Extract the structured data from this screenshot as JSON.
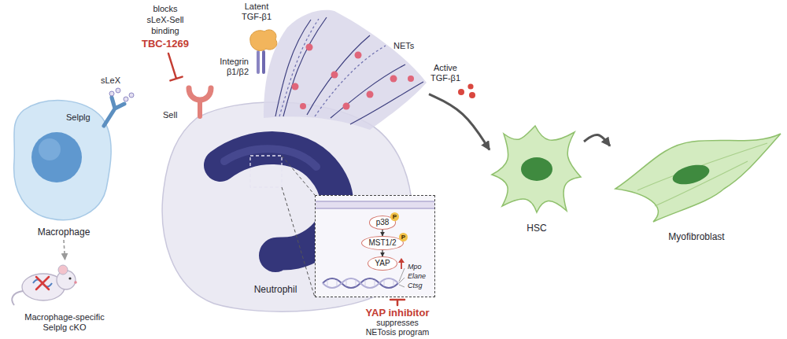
{
  "diagram": {
    "nodes": [
      {
        "text": [
          "Macrophage"
        ]
      },
      {
        "text": [
          "Macrophage-specific Selplg cKO"
        ]
      },
      {
        "text": [
          "Neutrophil"
        ]
      },
      {
        "text": [
          "Mpo",
          "Elane",
          "Ctsg"
        ]
      },
      {
        "text": [
          "p38"
        ],
        "in": 3
      },
      {
        "text": [
          "MST1/2"
        ],
        "in": 3
      },
      {
        "text": [
          "YAP"
        ],
        "in": 3
      },
      {
        "text": [
          "HSC"
        ]
      },
      {
        "text": [
          "Myofibroblast"
        ]
      }
    ],
    "edges": [
      {
        "from": 0,
        "to": 1,
        "arrow": "to"
      },
      {
        "from": 2,
        "to": 7,
        "arrow": "to"
      },
      {
        "from": 7,
        "to": 8,
        "arrow": "to"
      },
      {
        "from": 4,
        "to": 5,
        "arrow": "to"
      },
      {
        "from": 5,
        "to": 6,
        "arrow": "to"
      }
    ],
    "labels": [
      "blocks sLeX-Sell binding",
      "TBC-1269",
      "sLeX",
      "Selplg",
      "Sell",
      "Latent TGF-β1",
      "Integrin β1/β2",
      "NETs",
      "P",
      "P",
      "Active TGF-β1",
      "YAP inhibitor",
      "suppresses NETosis program"
    ]
  }
}
